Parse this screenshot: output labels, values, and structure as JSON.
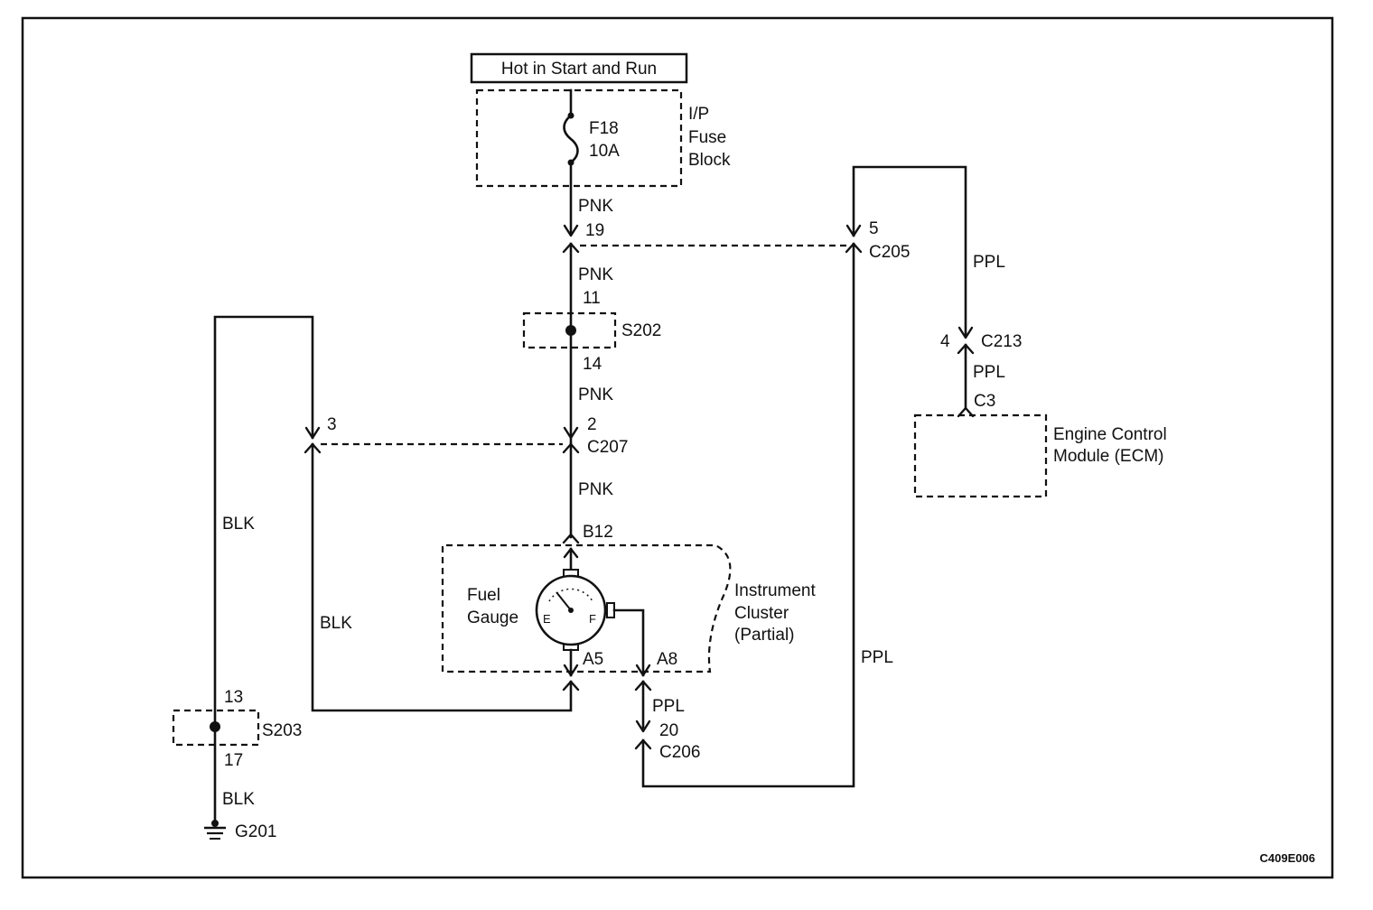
{
  "power_label": "Hot in Start and Run",
  "fuse": {
    "id": "F18",
    "rating": "10A"
  },
  "fuse_block": {
    "line1": "I/P",
    "line2": "Fuse",
    "line3": "Block"
  },
  "wires": {
    "pnk1": "PNK",
    "pnk2": "PNK",
    "pnk3": "PNK",
    "pnk4": "PNK",
    "blk1": "BLK",
    "blk2": "BLK",
    "blk3": "BLK",
    "ppl1": "PPL",
    "ppl2": "PPL",
    "ppl3": "PPL",
    "ppl4": "PPL"
  },
  "connectors": {
    "c205": {
      "id": "C205",
      "pin": "5"
    },
    "c207": {
      "id": "C207",
      "pin_right": "2",
      "pin_left": "3"
    },
    "c206": {
      "id": "C206",
      "pin": "20"
    },
    "c213": {
      "id": "C213",
      "pin": "4"
    },
    "c3": {
      "id": "C3"
    }
  },
  "pins_top": "19",
  "splices": {
    "s202": {
      "id": "S202",
      "top": "11",
      "bottom": "14"
    },
    "s203": {
      "id": "S203",
      "top": "13",
      "bottom": "17"
    }
  },
  "ground": "G201",
  "cluster": {
    "b12": "B12",
    "a5": "A5",
    "a8": "A8",
    "gauge_line1": "Fuel",
    "gauge_line2": "Gauge",
    "gauge_e": "E",
    "gauge_f": "F",
    "name_line1": "Instrument",
    "name_line2": "Cluster",
    "name_line3": "(Partial)"
  },
  "ecm": {
    "line1": "Engine Control",
    "line2": "Module (ECM)"
  },
  "figure_code": "C409E006"
}
